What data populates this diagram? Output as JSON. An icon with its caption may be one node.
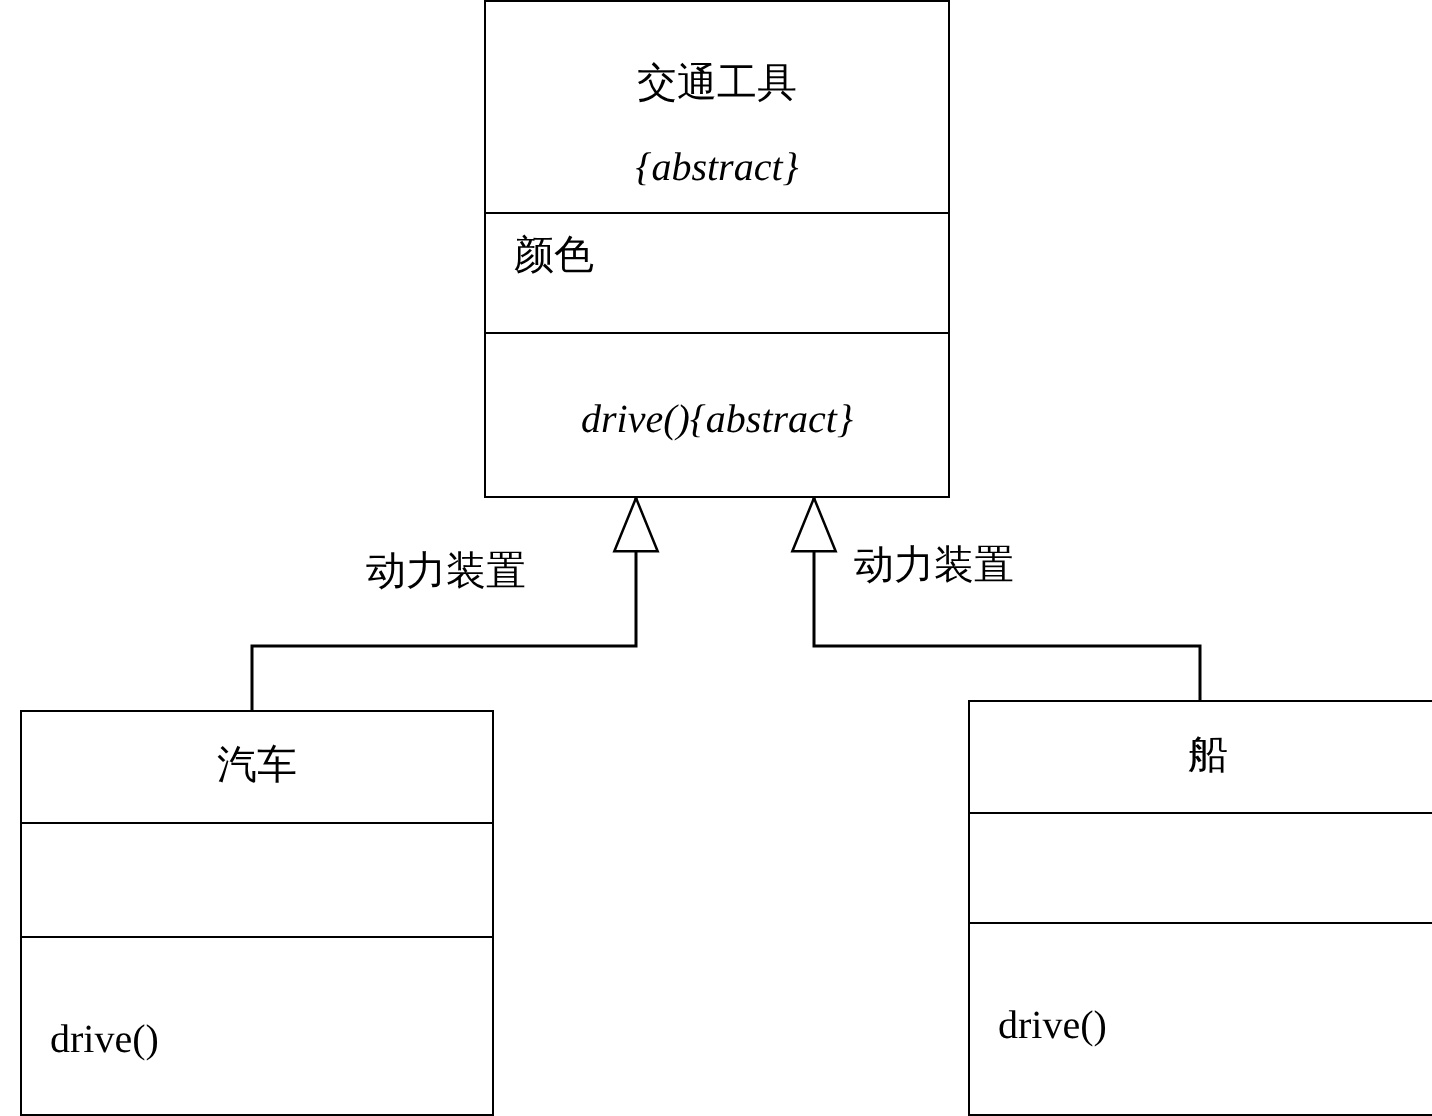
{
  "diagram": {
    "nodes": [
      {
        "text": [
          "交通工具",
          "{abstract}",
          "颜色",
          "drive(){abstract}"
        ]
      },
      {
        "text": [
          "汽车",
          "drive()"
        ]
      },
      {
        "text": [
          "船",
          "drive()"
        ]
      }
    ],
    "edges": [
      {
        "from": 1,
        "to": 0,
        "arrow": "to",
        "label": "动力装置"
      },
      {
        "from": 2,
        "to": 0,
        "arrow": "to",
        "label": "动力装置"
      }
    ]
  }
}
